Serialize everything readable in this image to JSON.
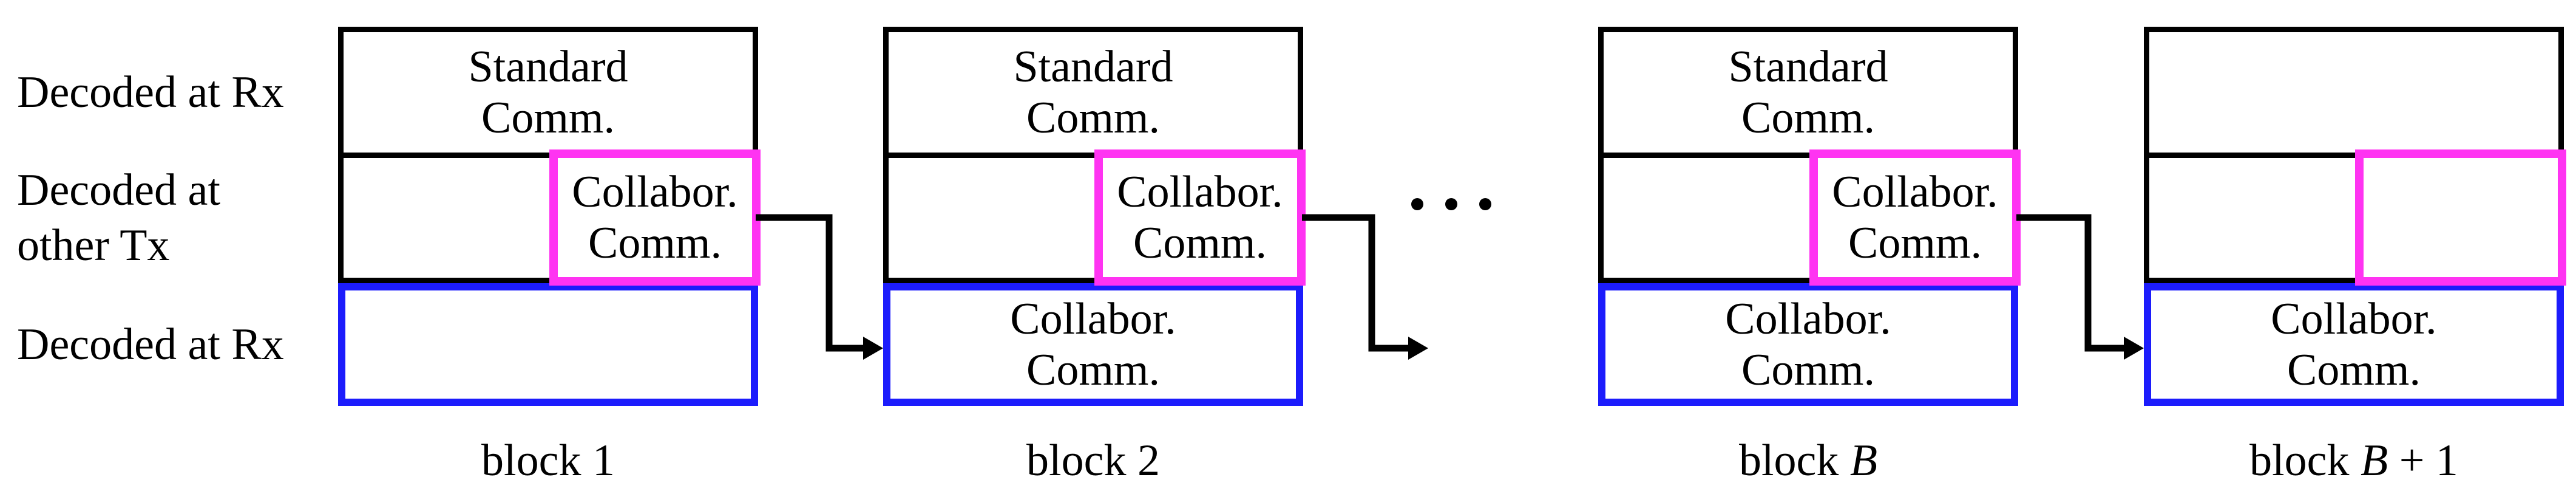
{
  "figure": {
    "row_labels": [
      {
        "text": "Decoded at Rx"
      },
      {
        "text": "Decoded at\nother Tx"
      },
      {
        "text": "Decoded at Rx"
      }
    ],
    "blocks": [
      {
        "standard": "Standard\nComm.",
        "collab_tx": "Collabor.\nComm.",
        "collab_rx": "",
        "caption": {
          "prefix": "block 1",
          "math": "",
          "suffix": ""
        }
      },
      {
        "standard": "Standard\nComm.",
        "collab_tx": "Collabor.\nComm.",
        "collab_rx": "Collabor.\nComm.",
        "caption": {
          "prefix": "block 2",
          "math": "",
          "suffix": ""
        }
      },
      {
        "standard": "Standard\nComm.",
        "collab_tx": "Collabor.\nComm.",
        "collab_rx": "Collabor.\nComm.",
        "caption": {
          "prefix": "block ",
          "math": "B",
          "suffix": ""
        }
      },
      {
        "standard": "",
        "collab_tx": "",
        "collab_rx": "Collabor.\nComm.",
        "caption": {
          "prefix": "block ",
          "math": "B",
          "suffix": " + 1"
        }
      }
    ],
    "ellipsis": "· · ·",
    "colors": {
      "standard_border": "#000000",
      "collab_tx_border": "#ff33f2",
      "collab_rx_border": "#1c1cfc",
      "arrow": "#000000"
    }
  }
}
